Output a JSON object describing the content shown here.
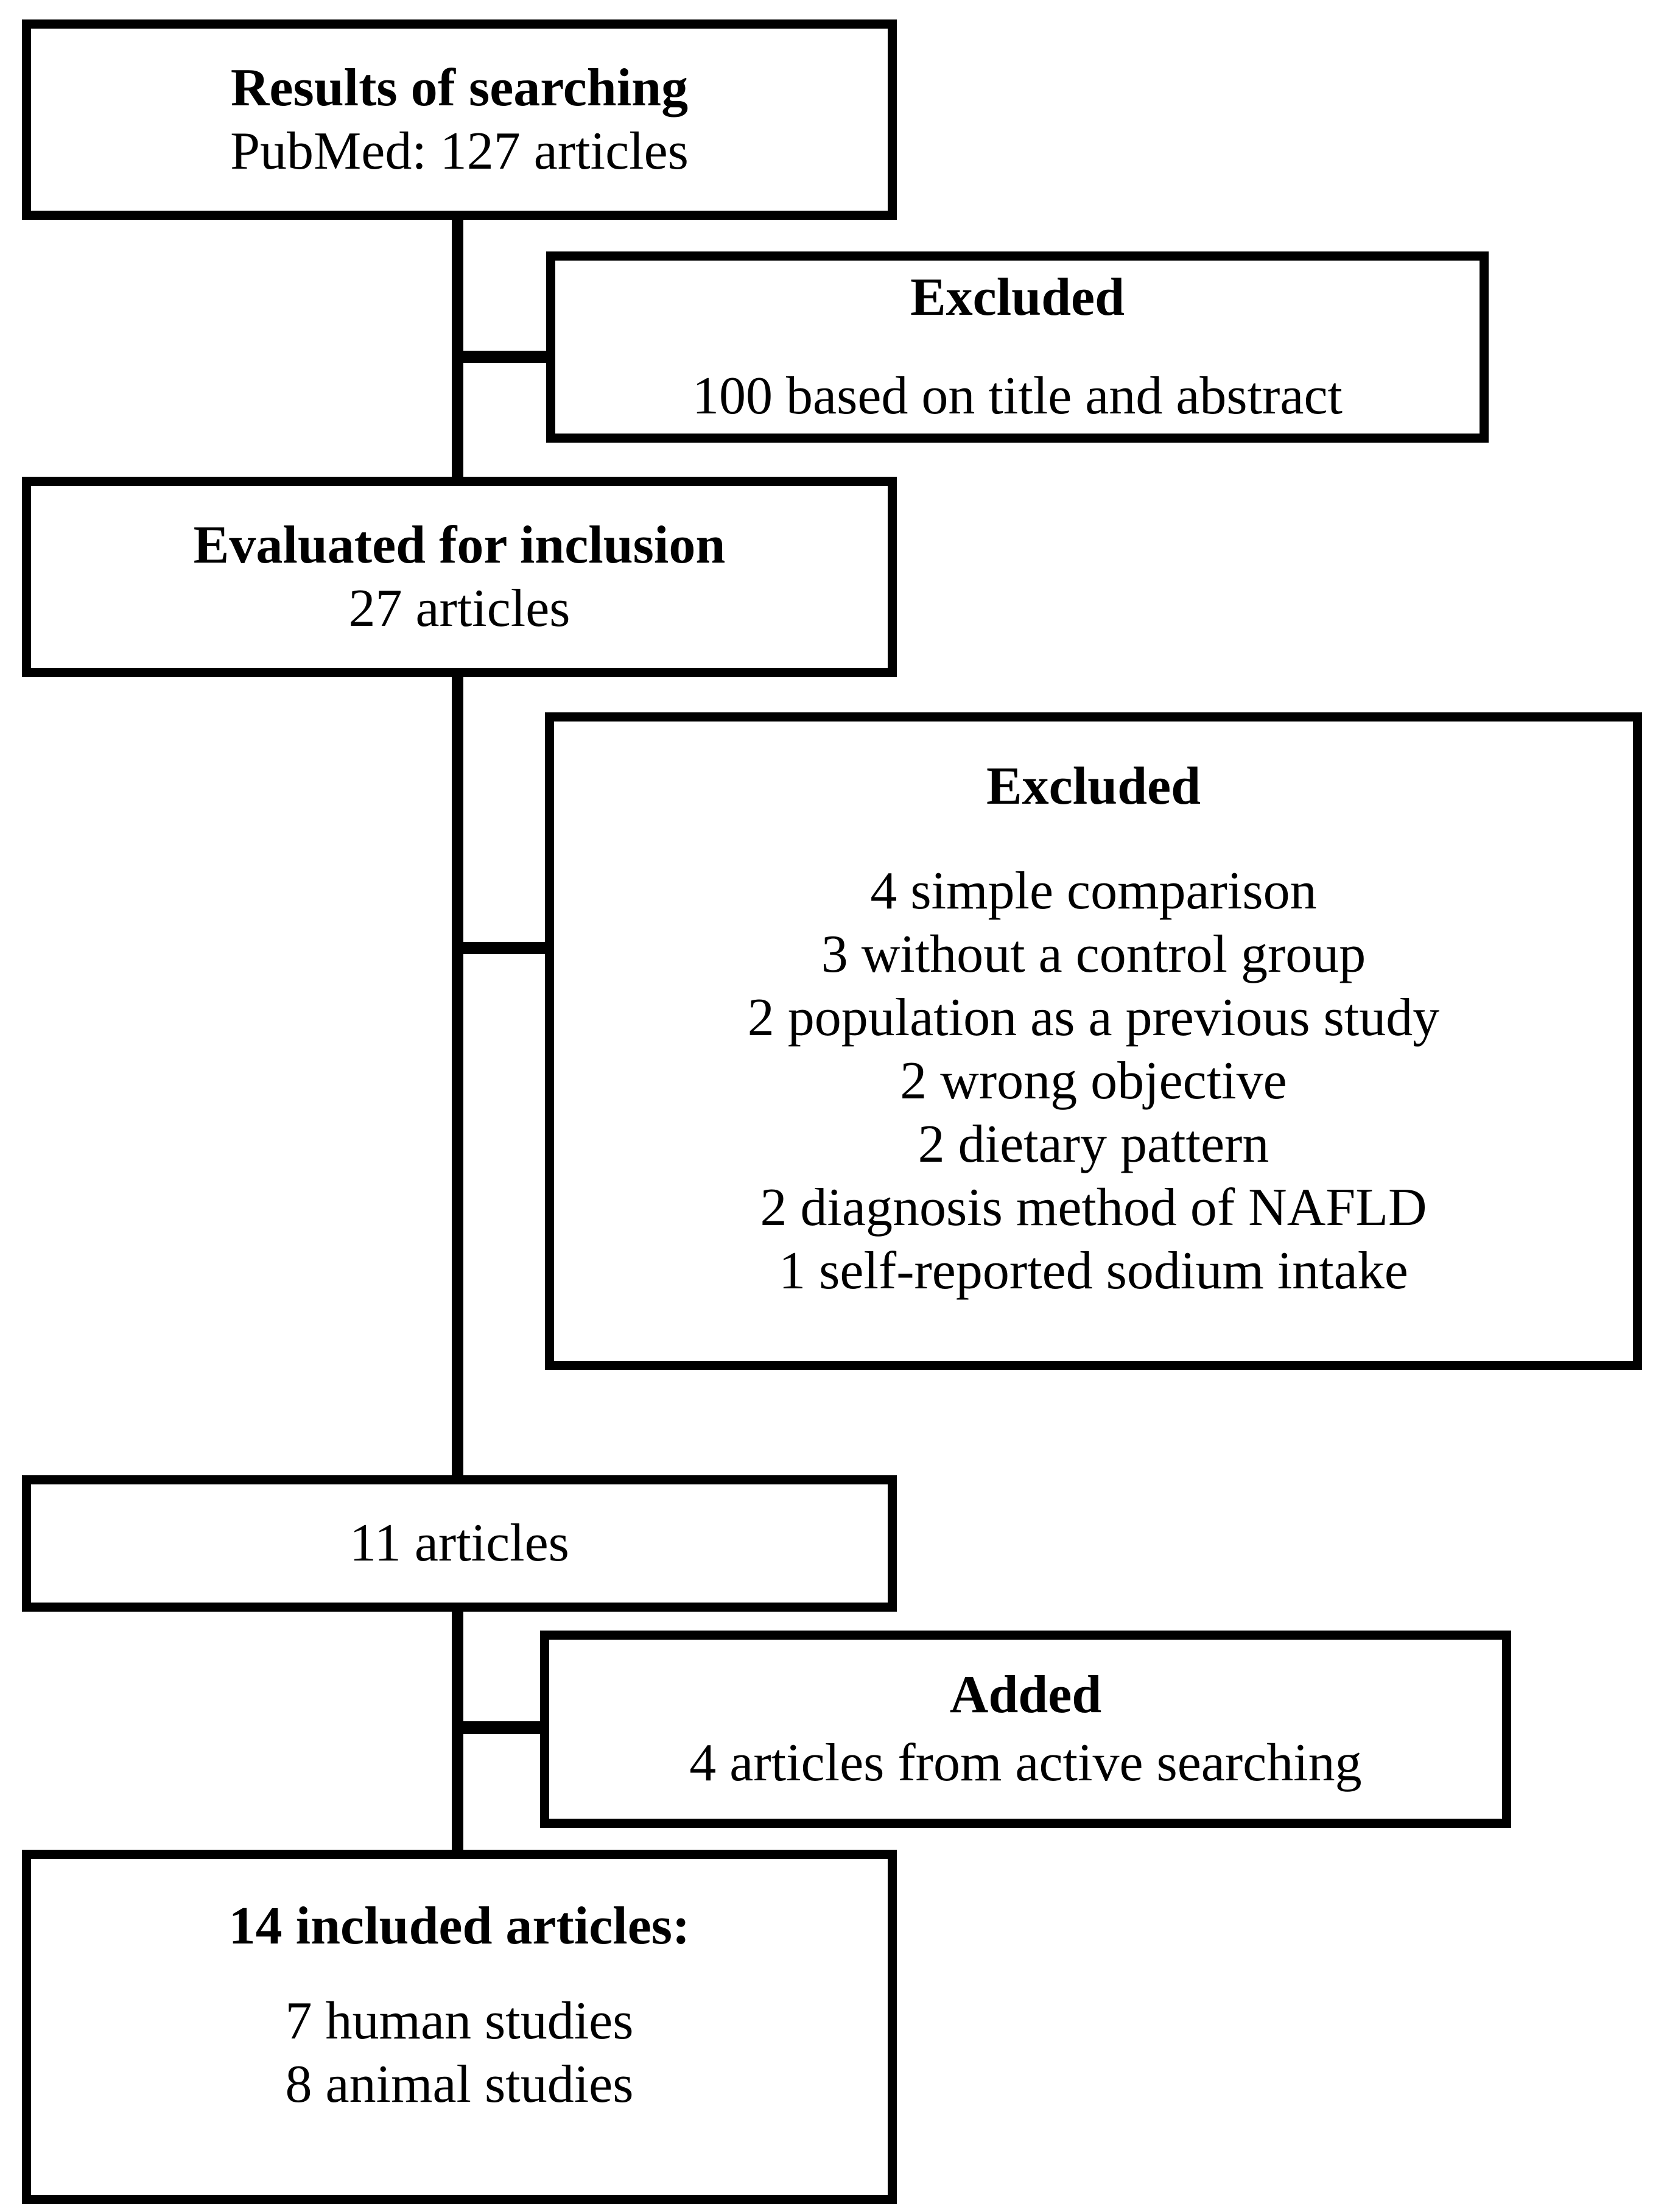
{
  "figure": {
    "background_color": "#ffffff",
    "line_color": "#000000",
    "boxes": {
      "results": {
        "title": "Results of searching",
        "line1": "PubMed: 127 articles"
      },
      "excluded1": {
        "title": "Excluded",
        "line1": "100 based on title and abstract"
      },
      "evaluated": {
        "title": "Evaluated for inclusion",
        "line1": "27 articles"
      },
      "excluded2": {
        "title": "Excluded",
        "lines": [
          "4 simple comparison",
          "3 without a control group",
          "2 population as a previous study",
          "2 wrong objective",
          "2 dietary pattern",
          "2 diagnosis method of NAFLD",
          "1 self-reported sodium intake"
        ]
      },
      "eleven": {
        "line1": "11 articles"
      },
      "added": {
        "title": "Added",
        "line1": "4 articles from active searching"
      },
      "included": {
        "title": "14 included articles:",
        "lines": [
          "7 human studies",
          "8 animal studies"
        ]
      }
    }
  }
}
